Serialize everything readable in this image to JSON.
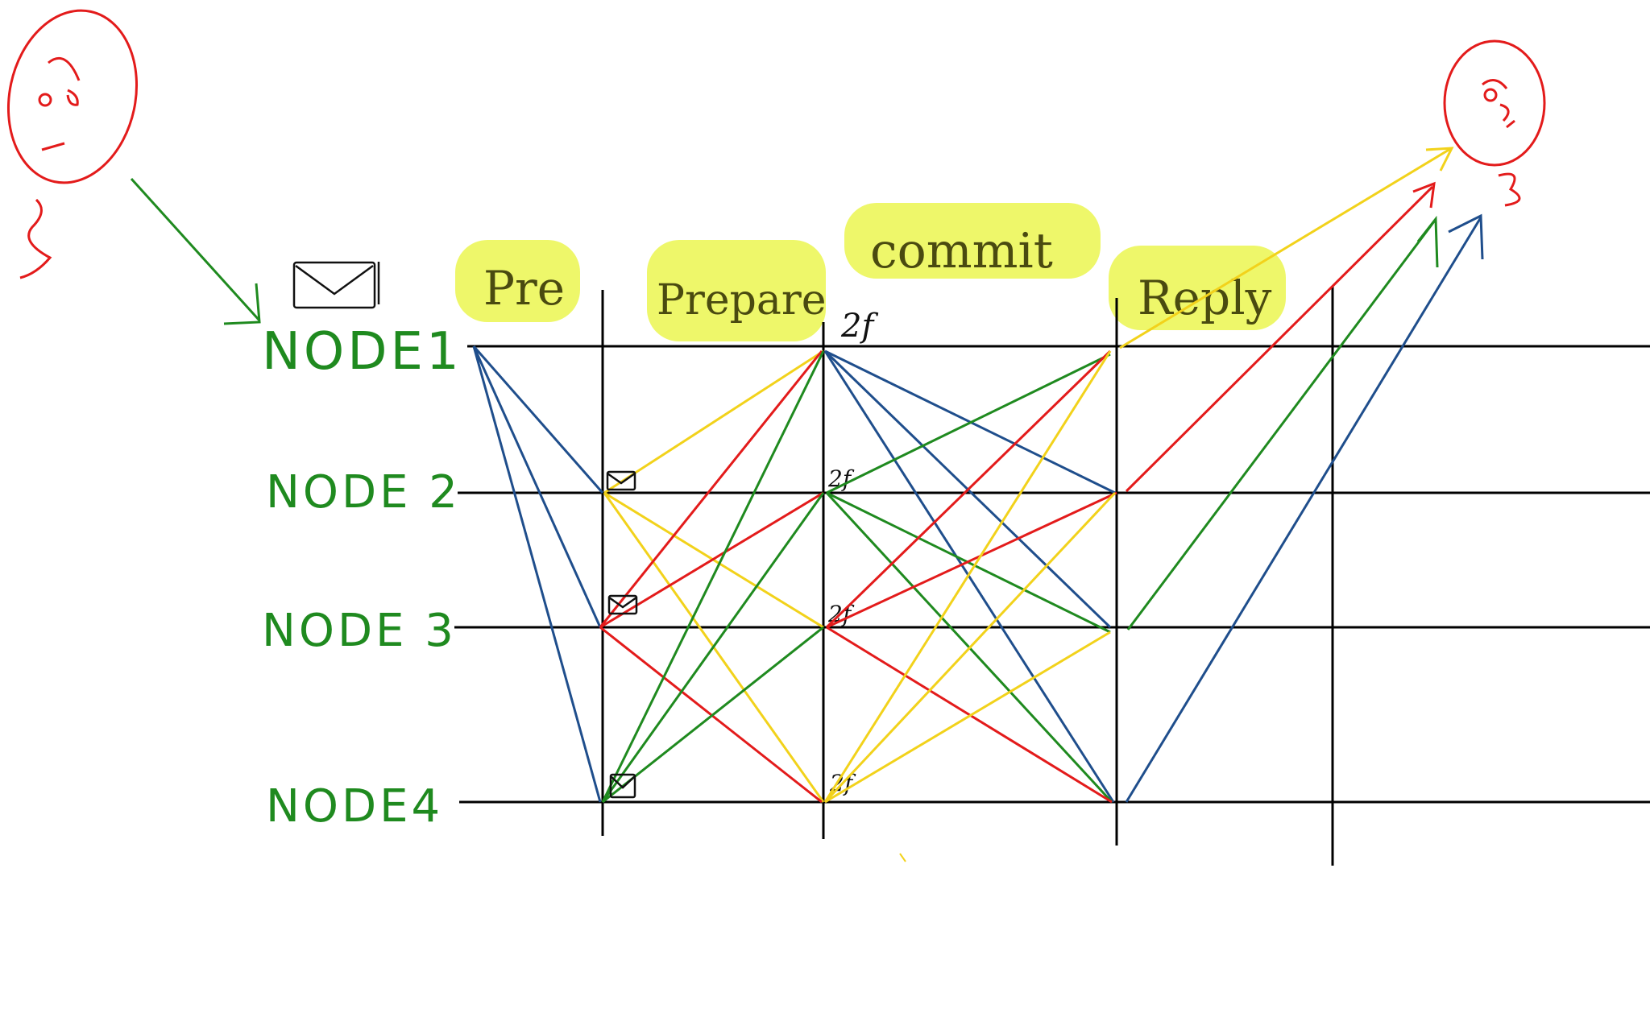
{
  "nodes": [
    {
      "id": "node1",
      "label": "NODE1"
    },
    {
      "id": "node2",
      "label": "NODE 2"
    },
    {
      "id": "node3",
      "label": "NODE 3"
    },
    {
      "id": "node4",
      "label": "NODE4"
    }
  ],
  "phases": [
    {
      "id": "pre",
      "label": "Pre"
    },
    {
      "id": "prepare",
      "label": "Prepare"
    },
    {
      "id": "commit",
      "label": "commit"
    },
    {
      "id": "reply",
      "label": "Reply"
    }
  ],
  "quorum_marks": [
    "2f",
    "2f",
    "2f",
    "2f"
  ],
  "colors": {
    "node1": "#1f4e8c",
    "node2": "#f2d21b",
    "node3": "#e31b1b",
    "node4": "#1f8a1f",
    "grid": "#000000",
    "client": "#e31b1b",
    "highlight": "#eef76a"
  },
  "icons": {
    "envelope": "envelope-icon",
    "client": "client-face-icon"
  }
}
